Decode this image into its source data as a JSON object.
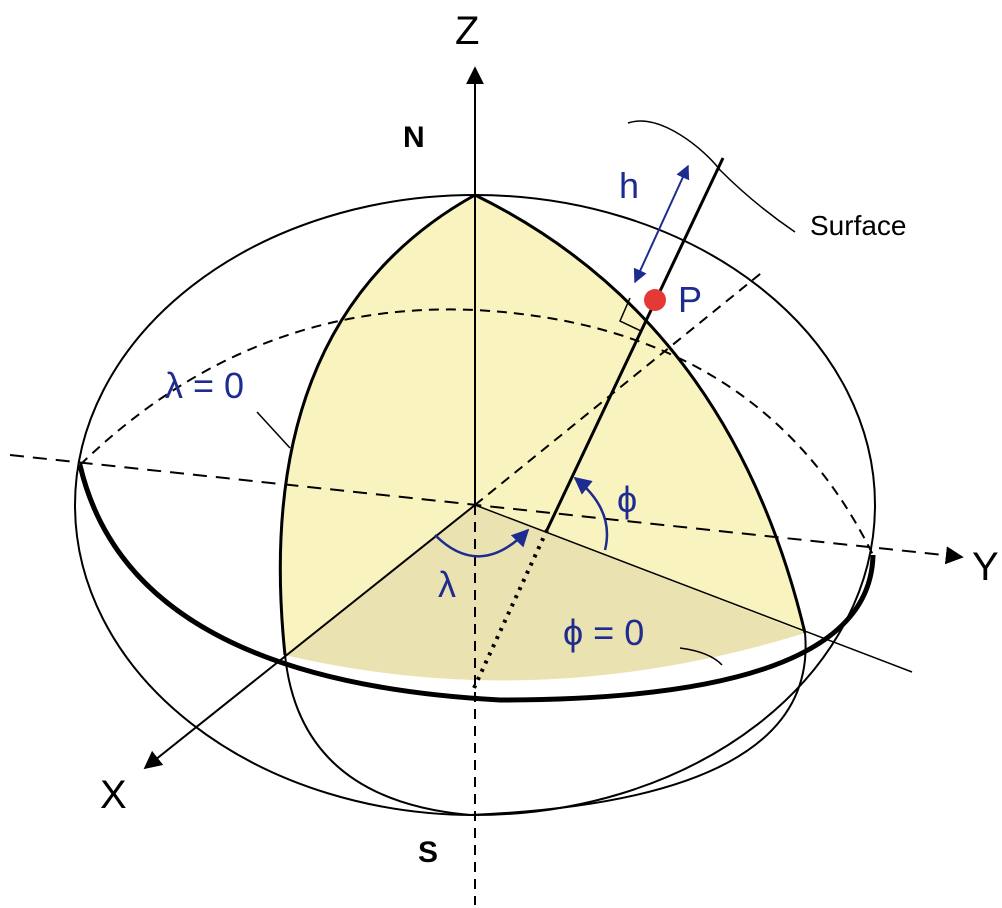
{
  "labels": {
    "axis_z": "Z",
    "axis_y": "Y",
    "axis_x": "X",
    "north": "N",
    "south": "S",
    "height": "h",
    "point": "P",
    "surface": "Surface",
    "phi": "ϕ",
    "lambda": "λ",
    "lambda_zero": "λ = 0",
    "phi_zero": "ϕ = 0"
  },
  "colors": {
    "fill": "#f9f4bf",
    "fill_shaded": "#ebe2b2",
    "accent_blue": "#1f2c8f",
    "point": "#e53935"
  }
}
